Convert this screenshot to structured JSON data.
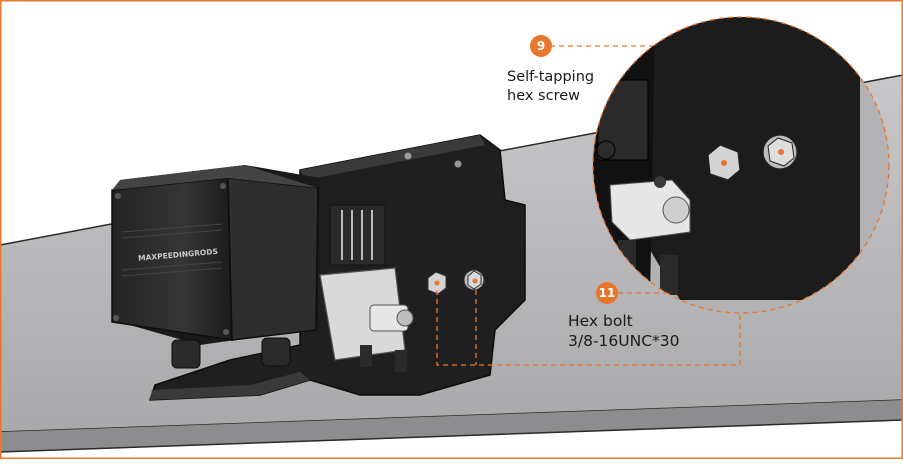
{
  "callouts": [
    {
      "number": "9",
      "label_line1": "Self-tapping",
      "label_line2": "hex screw"
    },
    {
      "number": "11",
      "label_line1": "Hex bolt",
      "label_line2": "3/8-16UNC*30"
    }
  ],
  "product_logo_text": "MAXPEEDINGRODS",
  "colors": {
    "frame_border": "#e8772e",
    "callout_accent": "#e8772e",
    "bumper": "#b9b9bb",
    "compressor_body": "#2b2b2b",
    "bracket": "#1e1e1e"
  }
}
